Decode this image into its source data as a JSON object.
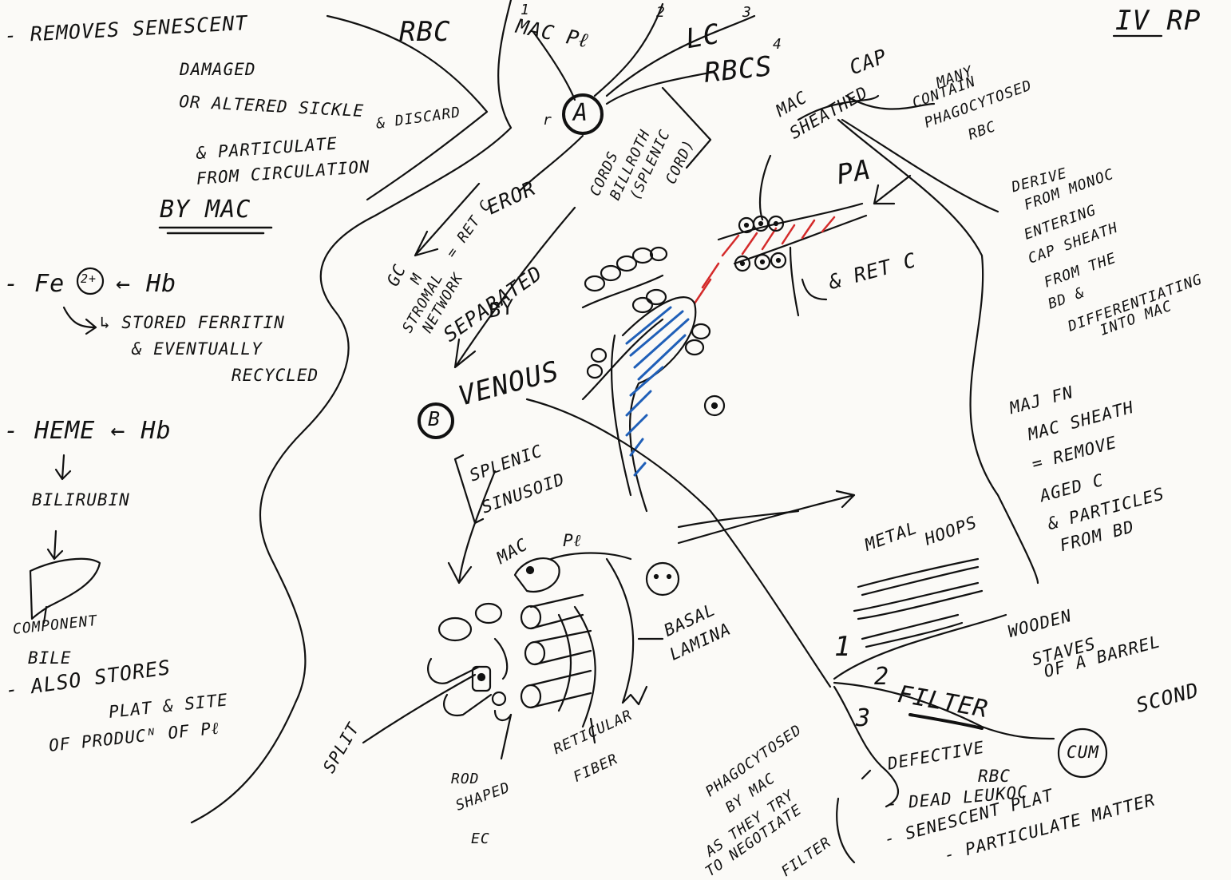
{
  "header": {
    "title": "IV RP"
  },
  "left_notes": {
    "note1_lines": [
      "- REMOVES SENESCENT",
      "DAMAGED",
      "OR ALTERED SICKLE",
      "& DISCARD"
    ],
    "note1_extra": "& PARTICULATE",
    "note1_extra2": "FROM CIRCULATION",
    "note1_by": "BY MAC",
    "fe_line": "- Fe",
    "fe_charge": "2+",
    "fe_from": "← Hb",
    "fe_detail": [
      "↳ STORED FERRITIN",
      "& EVENTUALLY",
      "RECYCLED"
    ],
    "heme_line": "- HEME ← Hb",
    "bilirubin": "BILIRUBIN",
    "bile": [
      "COMPONENT",
      "BILE"
    ],
    "also_stores": [
      "- ALSO STORES",
      "PLAT & SITE",
      "OF PRODUCᴺ OF Pℓ"
    ]
  },
  "top_labels": {
    "rbc": "RBC",
    "mac_pl": "MAC Pℓ",
    "num1": "1",
    "num2": "2",
    "lc": "LC",
    "num3": "3",
    "rbcs": "RBCS",
    "num4": "4",
    "circle_a": "A",
    "r_label": "r",
    "cap": "CAP",
    "mac_sheathed": [
      "MAC",
      "SHEATHED"
    ],
    "many_contain": [
      "MANY",
      "CONTAIN",
      "PHAGOCYTOSED",
      "RBC"
    ],
    "pa": "PA",
    "cords": [
      "CORDS",
      "BILLROTH",
      "(SPLENIC",
      "CORD)"
    ],
    "gc": "GC",
    "m": "M",
    "eror": "EROR",
    "ret_c": "= RET C",
    "stromal": [
      "STROMAL",
      "NETWORK"
    ],
    "separated": "SEPARATED",
    "by": "BY",
    "ret_c2": "& RET C"
  },
  "right_notes": {
    "derive": [
      "DERIVE",
      "FROM MONOC",
      "ENTERING",
      "CAP SHEATH",
      "FROM THE",
      "BD &",
      "DIFFERENTIATING",
      "INTO MAC"
    ],
    "maj_fn": [
      "MAJ FN",
      "MAC SHEATH",
      "= REMOVE",
      "AGED C",
      "& PARTICLES",
      "FROM BD"
    ]
  },
  "lower_labels": {
    "circle_b": "B",
    "venous": "VENOUS",
    "splenic_sinusoid": [
      "SPLENIC",
      "SINUSOID"
    ],
    "mac": "MAC",
    "pl": "Pℓ",
    "basal_lamina": [
      "BASAL",
      "LAMINA"
    ],
    "split": "SPLIT",
    "rod_shaped": [
      "ROD",
      "SHAPED",
      "EC"
    ],
    "reticular_fiber": [
      "RETICULAR",
      "FIBER"
    ],
    "metal_hoops": [
      "METAL",
      "HOOPS"
    ],
    "wooden_staves": [
      "WOODEN",
      "STAVES",
      "OF A BARREL"
    ],
    "n1": "1",
    "n2": "2",
    "filter": "FILTER",
    "n3": "3",
    "scond": "SCOND",
    "cum": "CUM",
    "phagocytosed": [
      "PHAGOCYTOSED",
      "BY MAC",
      "AS THEY TRY",
      "TO NEGOTIATE",
      "FILTER"
    ],
    "defective": [
      "DEFECTIVE",
      "RBC"
    ],
    "dead_leukocyte": "- DEAD LEUKOC",
    "senescent_plat": "- SENESCENT PLAT",
    "particulate_matter": "- PARTICULATE MATTER"
  },
  "colors": {
    "ink": "#111111",
    "red": "#d42a2a",
    "blue": "#1f5fb8",
    "paper": "#fbfaf7"
  }
}
